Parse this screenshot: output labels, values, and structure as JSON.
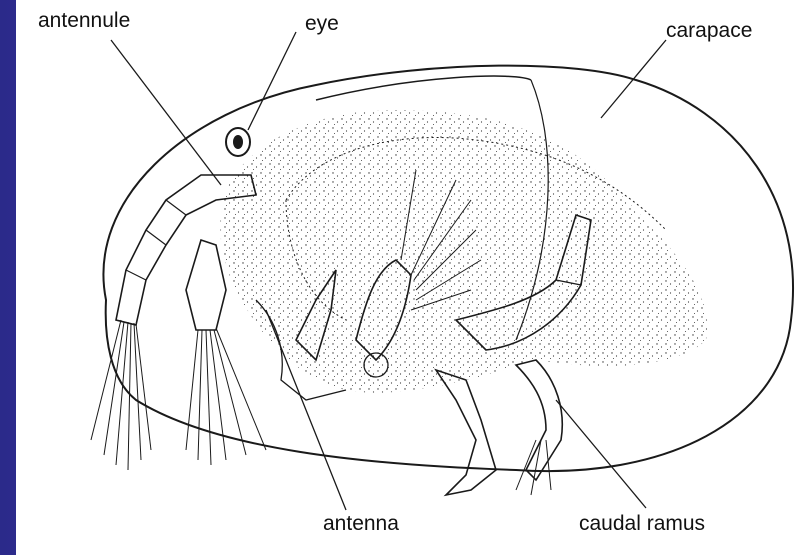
{
  "diagram": {
    "labels": {
      "antennule": "antennule",
      "eye": "eye",
      "carapace": "carapace",
      "antenna": "antenna",
      "caudal_ramus": "caudal ramus"
    }
  },
  "colors": {
    "background_blue": "#3f3fb0",
    "line": "#1a1a1a",
    "panel": "#ffffff"
  }
}
